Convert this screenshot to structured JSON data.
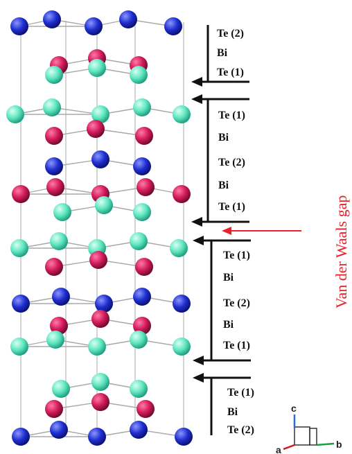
{
  "diagram": {
    "layer_labels": [
      "Te (2)",
      "Bi",
      "Te (1)",
      "Te (1)",
      "Bi",
      "Te (2)",
      "Bi",
      "Te (1)",
      "Te (1)",
      "Bi",
      "Te (2)",
      "Bi",
      "Te (1)",
      "Te (1)",
      "Bi",
      "Te (2)"
    ],
    "gap_label": "Van der Waals gap",
    "axes": {
      "c": "c",
      "a": "a",
      "b": "b"
    },
    "colors": {
      "te2_atom": "#1f2fd0",
      "bi_atom": "#d21a5a",
      "te1_atom": "#5fe6c0",
      "gap_arrow": "#e8202a",
      "axis_c": "#2a6bd6",
      "axis_a": "#d01a1a",
      "axis_b": "#18a040"
    },
    "atom_layers": [
      "Te2",
      "Bi",
      "Te1",
      "Te1",
      "Bi",
      "Te2",
      "Bi",
      "Te1",
      "Te1",
      "Bi",
      "Te2",
      "Bi",
      "Te1",
      "Te1",
      "Bi",
      "Te2"
    ]
  }
}
